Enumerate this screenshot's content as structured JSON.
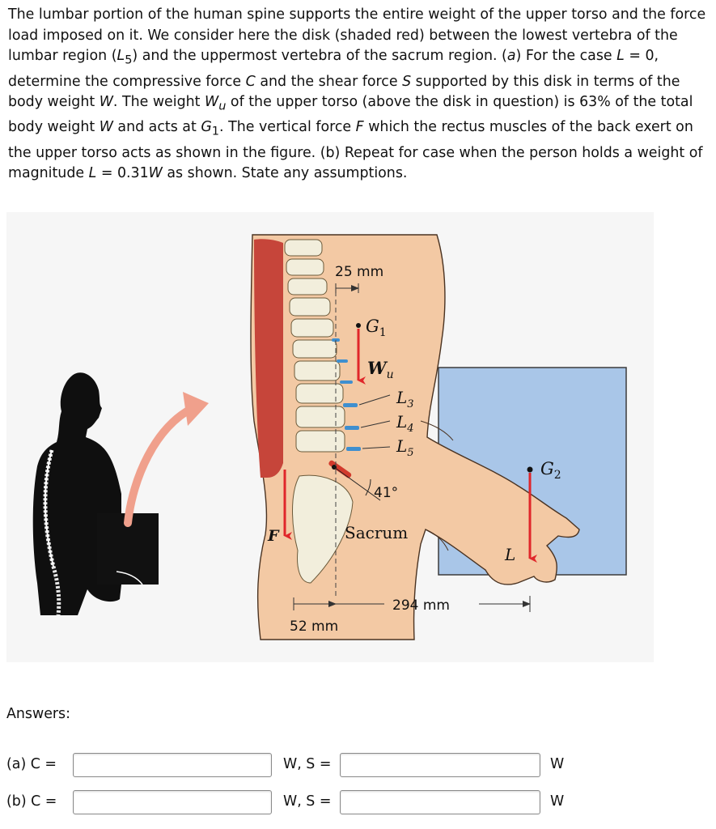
{
  "problem": {
    "p1": "The lumbar portion of the human spine supports the entire weight of the upper torso and the force load imposed on it. We consider here the disk (shaded red) between the lowest vertebra of the lumbar region (",
    "p1_L": "L",
    "p1_sub": "5",
    "p2": ") and the uppermost vertebra of the sacrum region. (",
    "a": "a",
    "p3": ") For the case ",
    "L": "L",
    "p4": " = 0, determine the compressive force ",
    "C": "C",
    "p5": " and the shear force ",
    "S": "S",
    "p6": " supported by this disk in terms of the body weight ",
    "W1": "W",
    "p7": ". The weight ",
    "Wu": "W",
    "Wu_sub": "u",
    "p8": " of the upper torso (above the disk in question) is 63% of the total body weight ",
    "W2": "W",
    "p9": " and acts at ",
    "G": "G",
    "G_sub": "1",
    "p10": ". The vertical force ",
    "F": "F",
    "p11": " which the rectus muscles of the back exert on the upper torso acts as shown in the figure. (b) Repeat for case when the person holds a weight of magnitude ",
    "L2": "L",
    "p12": " = 0.31",
    "W3": "W",
    "p13": " as shown. State any assumptions."
  },
  "figure": {
    "dim_top": "25 mm",
    "g1": "G",
    "g1_sub": "1",
    "wu": "W",
    "wu_sub": "u",
    "l3": "L",
    "l3_sub": "3",
    "l4": "L",
    "l4_sub": "4",
    "l5": "L",
    "l5_sub": "5",
    "angle": "41°",
    "sacrum": "Sacrum",
    "f": "F",
    "g2": "G",
    "g2_sub": "2",
    "l": "L",
    "dim_294": "294 mm",
    "dim_52": "52 mm"
  },
  "answers": {
    "heading": "Answers:",
    "rows": [
      {
        "label": "(a) C =",
        "mid": "W, S =",
        "unit": "W",
        "c_value": "",
        "s_value": ""
      },
      {
        "label": "(b) C =",
        "mid": "W, S =",
        "unit": "W",
        "c_value": "",
        "s_value": ""
      }
    ]
  },
  "colors": {
    "accent_red": "#e0262a",
    "box_blue": "#a9c6e8",
    "skin": "#f3c9a4",
    "spine_bone": "#f2eedc",
    "disk_blue": "#3f8fcf"
  }
}
